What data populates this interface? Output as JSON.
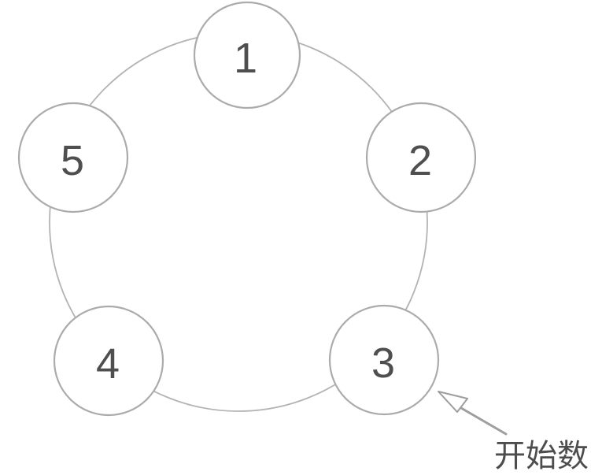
{
  "diagram": {
    "type": "counting-circle",
    "description": "Five circles numbered 1-5 placed on a large ring; an arrow marks the starting node",
    "nodes": [
      {
        "label": "1"
      },
      {
        "label": "2"
      },
      {
        "label": "3"
      },
      {
        "label": "4"
      },
      {
        "label": "5"
      }
    ],
    "annotation": {
      "label": "开始数",
      "points_to_node": "3"
    },
    "colors": {
      "ring_stroke": "#b3b3b3",
      "node_stroke": "#ababab",
      "number_color": "#4f4f4f",
      "arrow_color": "#9e9e9e",
      "label_color": "#4d4d4d",
      "background": "#ffffff"
    }
  }
}
